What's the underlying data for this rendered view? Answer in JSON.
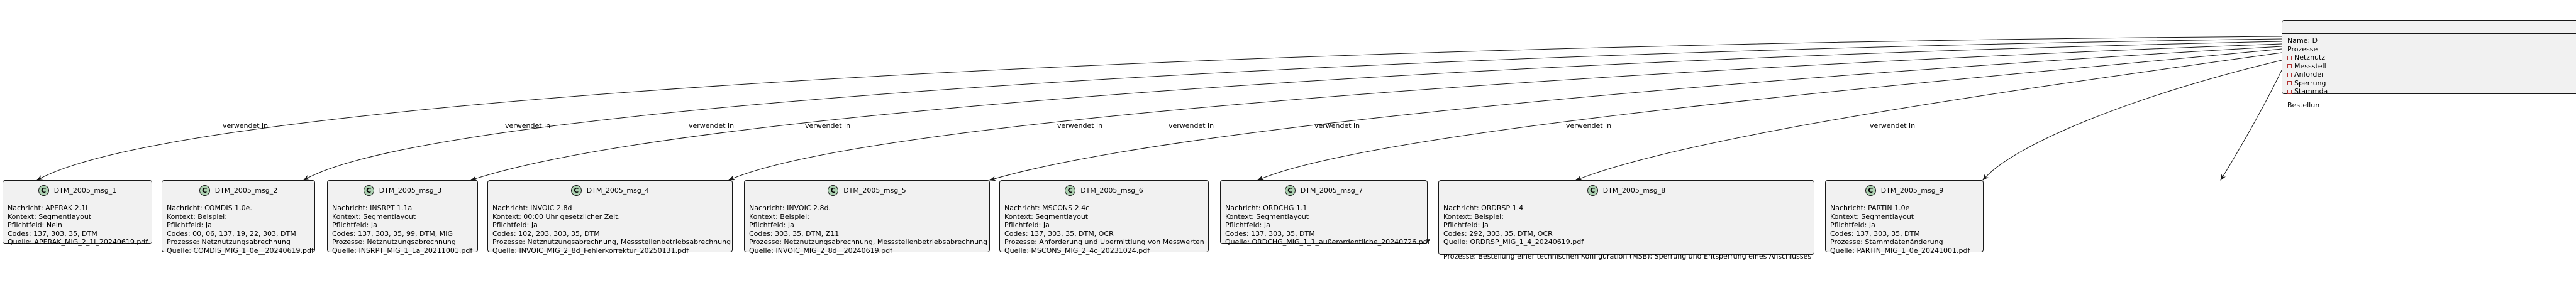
{
  "edge_label": "verwendet in",
  "central": {
    "lines": [
      "Name: D",
      "Prozesse",
      "Netznutz",
      "Messstell",
      "Anforder",
      "Sperrung",
      "Stammda"
    ],
    "footer": "Bestellun"
  },
  "nodes": [
    {
      "icon": "C",
      "title": "DTM_2005_msg_1",
      "lines": [
        "Nachricht: APERAK 2.1i",
        "Kontext: Segmentlayout",
        "Pflichtfeld: Nein",
        "Codes: 137, 303, 35, DTM",
        "Quelle: APERAK_MIG_2_1i_20240619.pdf"
      ]
    },
    {
      "icon": "C",
      "title": "DTM_2005_msg_2",
      "lines": [
        "Nachricht: COMDIS 1.0e.",
        "Kontext: Beispiel:",
        "Pflichtfeld: Ja",
        "Codes: 00, 06, 137, 19, 22, 303, DTM",
        "Prozesse: Netznutzungsabrechnung",
        "Quelle: COMDIS_MIG_1_0e__20240619.pdf"
      ]
    },
    {
      "icon": "C",
      "title": "DTM_2005_msg_3",
      "lines": [
        "Nachricht: INSRPT 1.1a",
        "Kontext: Segmentlayout",
        "Pflichtfeld: Ja",
        "Codes: 137, 303, 35, 99, DTM, MIG",
        "Prozesse: Netznutzungsabrechnung",
        "Quelle: INSRPT_MIG_1_1a_20211001.pdf"
      ]
    },
    {
      "icon": "C",
      "title": "DTM_2005_msg_4",
      "lines": [
        "Nachricht: INVOIC 2.8d",
        "Kontext: 00:00 Uhr gesetzlicher Zeit.",
        "Pflichtfeld: Ja",
        "Codes: 102, 203, 303, 35, DTM",
        "Prozesse: Netznutzungsabrechnung, Messstellenbetriebsabrechnung",
        "Quelle: INVOIC_MIG_2_8d_Fehlerkorrektur_20250131.pdf"
      ]
    },
    {
      "icon": "C",
      "title": "DTM_2005_msg_5",
      "lines": [
        "Nachricht: INVOIC 2.8d.",
        "Kontext: Beispiel:",
        "Pflichtfeld: Ja",
        "Codes: 303, 35, DTM, Z11",
        "Prozesse: Netznutzungsabrechnung, Messstellenbetriebsabrechnung",
        "Quelle: INVOIC_MIG_2_8d__20240619.pdf"
      ]
    },
    {
      "icon": "C",
      "title": "DTM_2005_msg_6",
      "lines": [
        "Nachricht: MSCONS 2.4c",
        "Kontext: Segmentlayout",
        "Pflichtfeld: Ja",
        "Codes: 137, 303, 35, DTM, OCR",
        "Prozesse: Anforderung und Übermittlung von Messwerten",
        "Quelle: MSCONS_MIG_2_4c_20231024.pdf"
      ]
    },
    {
      "icon": "C",
      "title": "DTM_2005_msg_7",
      "lines": [
        "Nachricht: ORDCHG 1.1",
        "Kontext: Segmentlayout",
        "Pflichtfeld: Ja",
        "Codes: 137, 303, 35, DTM",
        "Quelle: ORDCHG_MIG_1_1_außerordentliche_20240726.pdf"
      ]
    },
    {
      "icon": "C",
      "title": "DTM_2005_msg_8",
      "lines": [
        "Nachricht: ORDRSP 1.4",
        "Kontext: Beispiel:",
        "Pflichtfeld: Ja",
        "Codes: 292, 303, 35, DTM, OCR",
        "Quelle: ORDRSP_MIG_1_4_20240619.pdf"
      ],
      "footer": "Prozesse: Bestellung einer technischen Konfiguration (MSB); Sperrung und Entsperrung eines Anschlusses"
    },
    {
      "icon": "C",
      "title": "DTM_2005_msg_9",
      "lines": [
        "Nachricht: PARTIN 1.0e",
        "Kontext: Segmentlayout",
        "Pflichtfeld: Ja",
        "Codes: 137, 303, 35, DTM",
        "Prozesse: Stammdatenänderung",
        "Quelle: PARTIN_MIG_1_0e_20241001.pdf"
      ]
    }
  ]
}
